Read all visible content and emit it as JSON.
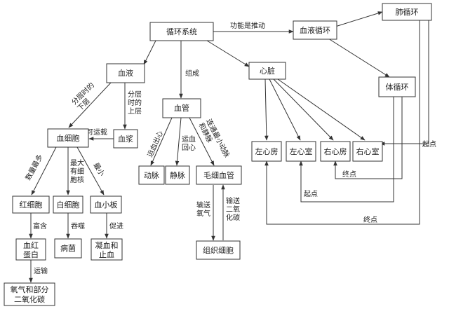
{
  "nodes": {
    "circulatory_system": "循环系统",
    "blood_circulation": "血液循环",
    "pulmonary_circulation": "肺循环",
    "systemic_circulation": "体循环",
    "blood": "血液",
    "blood_vessel": "血管",
    "heart": "心脏",
    "blood_cells": "血细胞",
    "plasma": "血浆",
    "artery": "动脉",
    "vein": "静脉",
    "capillary": "毛细血管",
    "left_atrium": "左心房",
    "left_ventricle": "左心室",
    "right_atrium": "右心房",
    "right_ventricle": "右心室",
    "red_blood_cell": "红细胞",
    "white_blood_cell": "白细胞",
    "platelet": "血小板",
    "hemoglobin": [
      "血红",
      "蛋白"
    ],
    "germs": "病菌",
    "clotting": [
      "凝血和",
      "止血"
    ],
    "tissue_cell": "组织细胞",
    "oxygen_co2": [
      "氧气和部分",
      "二氧化碳"
    ]
  },
  "edge_labels": {
    "function_is_pumping": "功能是推动",
    "composition": "组成",
    "lower_layer_when_layered": [
      "分层时的",
      "下层"
    ],
    "upper_layer_when_layered": [
      "分层",
      "时的",
      "上层"
    ],
    "can_transport": "可运载",
    "most_numerous": "数量最多",
    "largest_nucleated": [
      "最大",
      "有细",
      "胞核"
    ],
    "smallest": "最小",
    "contains_rich": "富含",
    "engulf": "吞噬",
    "promote": "促进",
    "transport": "运输",
    "carry_blood_out": "运血出心",
    "carry_blood_back": [
      "运血",
      "回心"
    ],
    "connects_artery_vein": [
      "连通最小动脉",
      "和静脉"
    ],
    "deliver_oxygen": [
      "输送",
      "氧气"
    ],
    "deliver_co2": [
      "输送",
      "二氧",
      "化碳"
    ],
    "start_point": "起点",
    "end_point": "终点"
  }
}
